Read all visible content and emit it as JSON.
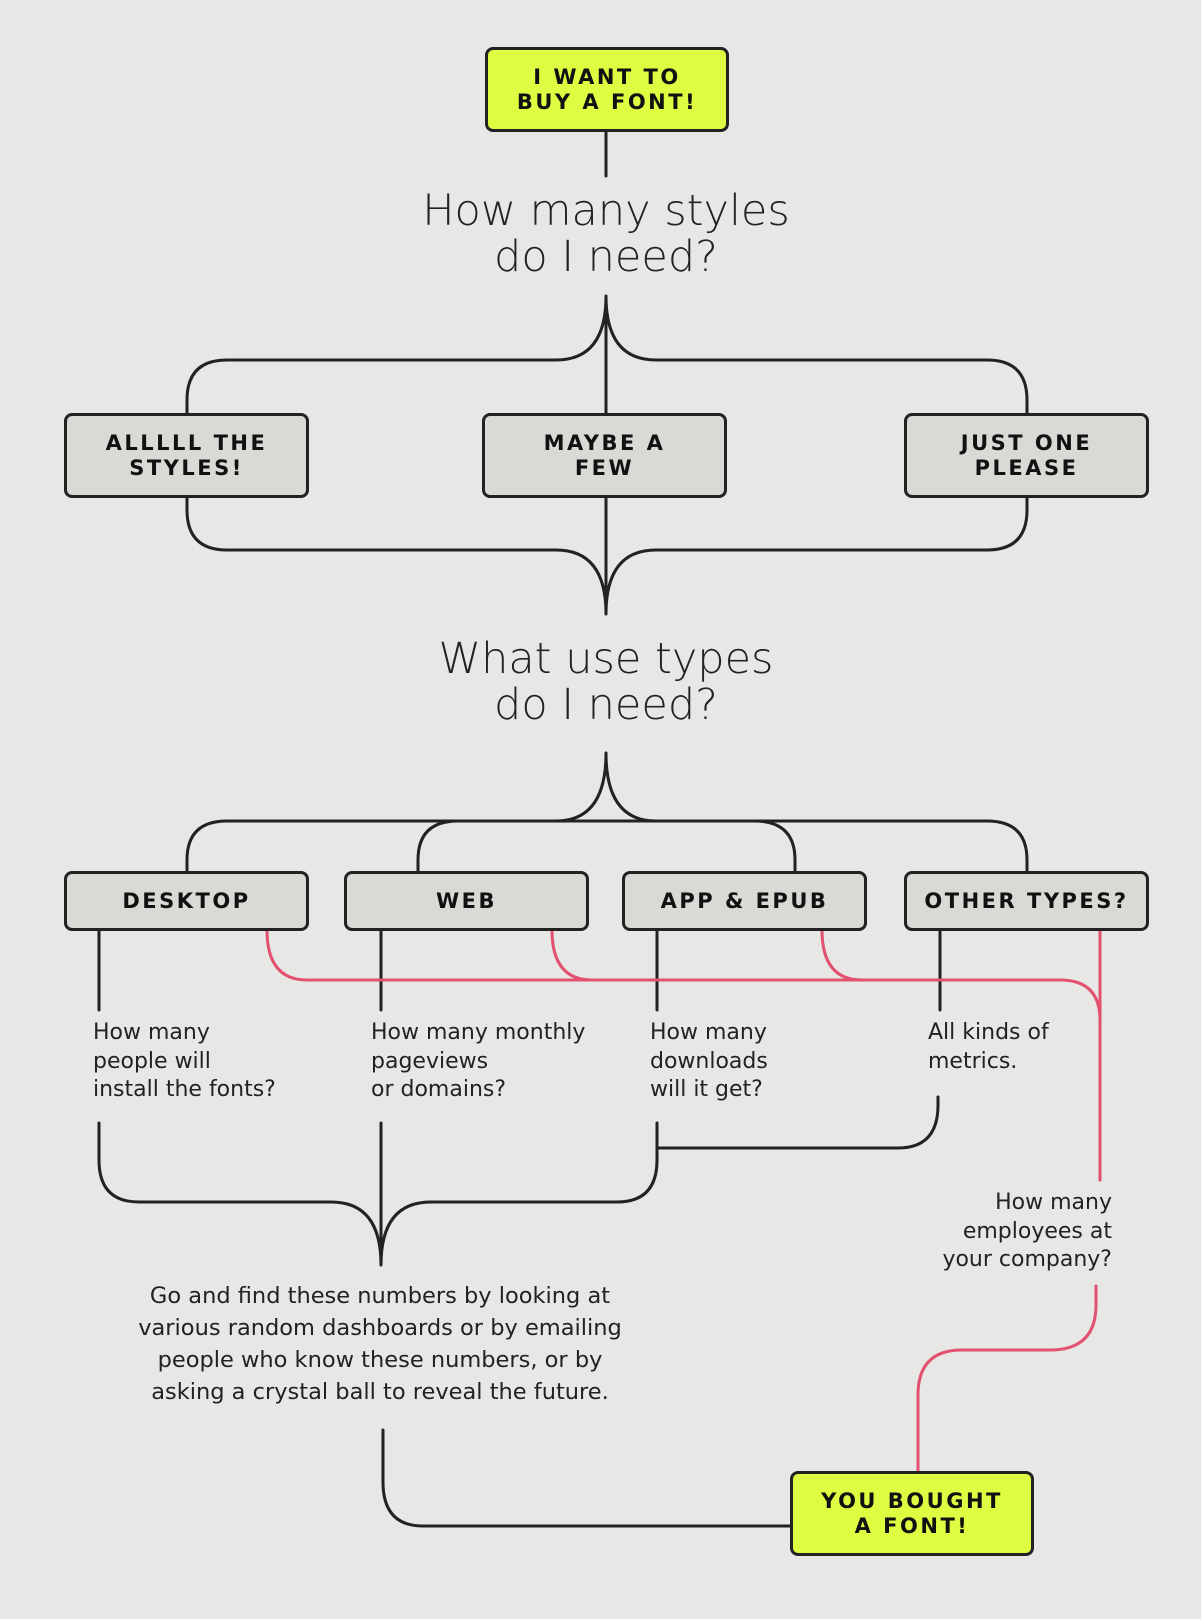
{
  "colors": {
    "background": "#e7e7e6",
    "accent_box": "#ddfd42",
    "neutral_box": "#d9d9d6",
    "line": "#222222",
    "pink_path": "#e2516f"
  },
  "start_box": "I WANT TO\nBUY A FONT!",
  "question_styles": "How many styles\ndo I need?",
  "style_options": [
    "ALLLLL THE\nSTYLES!",
    "MAYBE A\nFEW",
    "JUST ONE\nPLEASE"
  ],
  "question_uses": "What use types\ndo I need?",
  "use_types": [
    "DESKTOP",
    "WEB",
    "APP & EPUB",
    "OTHER TYPES?"
  ],
  "use_questions": [
    "How many\npeople will\ninstall the fonts?",
    "How many monthly\npageviews\nor domains?",
    "How many\ndownloads\nwill it get?",
    "All kinds of\nmetrics."
  ],
  "employees_question": "How many\nemployees at\nyour company?",
  "find_numbers": "Go and find these numbers by looking at\nvarious random dashboards or by emailing\npeople who know these numbers, or by\nasking a crystal ball to reveal the future.",
  "end_box": "YOU BOUGHT\nA FONT!"
}
